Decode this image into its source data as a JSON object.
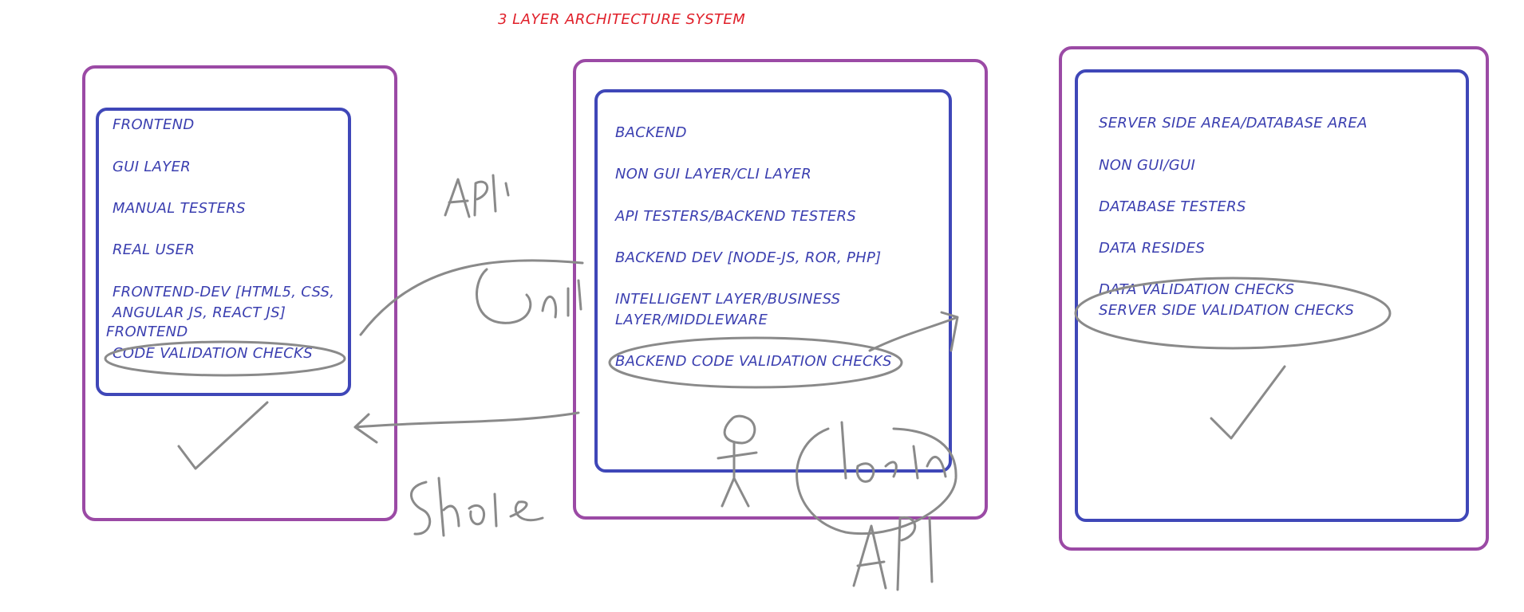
{
  "title": "3 LAYER ARCHITECTURE SYSTEM",
  "layers": {
    "frontend": {
      "items": [
        "FRONTEND",
        "GUI LAYER",
        "MANUAL TESTERS",
        "REAL USER",
        "FRONTEND-DEV [HTML5, CSS,",
        "ANGULAR JS, REACT JS]",
        "FRONTEND",
        "CODE VALIDATION CHECKS"
      ]
    },
    "backend": {
      "items": [
        "BACKEND",
        "NON GUI LAYER/CLI LAYER",
        "API TESTERS/BACKEND TESTERS",
        "BACKEND DEV [NODE-JS, ROR, PHP]",
        "INTELLIGENT LAYER/BUSINESS",
        "LAYER/MIDDLEWARE",
        "BACKEND CODE VALIDATION CHECKS"
      ]
    },
    "database": {
      "items": [
        "SERVER SIDE AREA/DATABASE AREA",
        "NON GUI/GUI",
        "DATABASE TESTERS",
        "DATA RESIDES",
        "DATA VALIDATION CHECKS",
        "SERVER SIDE VALIDATION CHECKS"
      ]
    }
  },
  "colors": {
    "title": "#e0202a",
    "text": "#3b3fb0",
    "outer_border": "#9b4aa5",
    "inner_border": "#3f47b8",
    "sketch": "#8a8a8a"
  }
}
